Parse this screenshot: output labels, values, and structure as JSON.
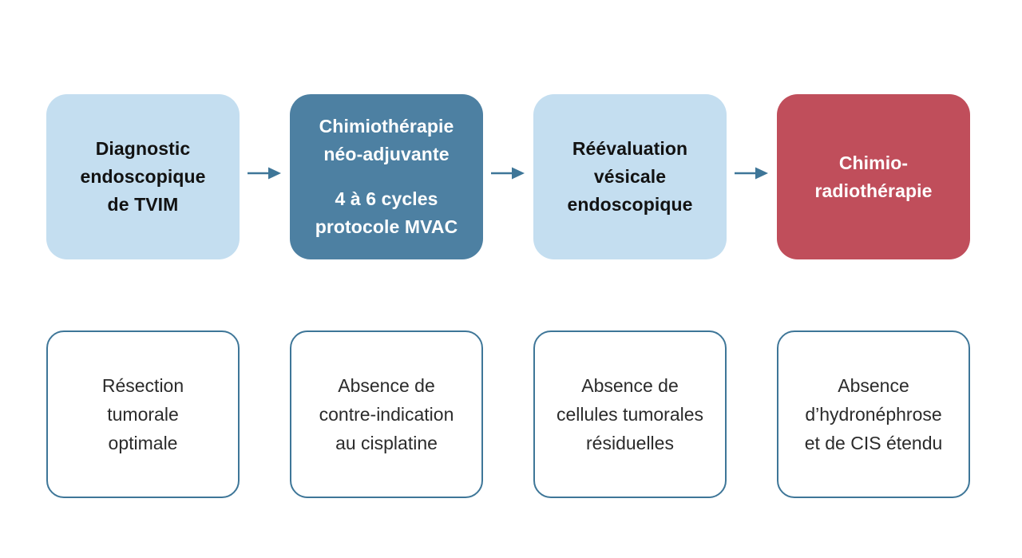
{
  "colors": {
    "light_blue_box": "#c4def0",
    "dark_blue_box": "#4d80a2",
    "red_box": "#c04e5b",
    "outline_and_arrow_blue": "#3e7698",
    "dark_text": "#121212",
    "body_text": "#2b2b2b",
    "background": "#ffffff"
  },
  "icons": {
    "connector": "arrow-right-icon"
  },
  "flow_steps": [
    {
      "name": "diagnostic-endoscopique",
      "variant": "light-blue",
      "paragraphs": [
        "Diagnostic\nendoscopique\nde TVIM"
      ]
    },
    {
      "name": "chimiotherapie-neo-adjuvante",
      "variant": "dark-blue",
      "paragraphs": [
        "Chimiothérapie\nnéo-adjuvante",
        "4 à 6 cycles\nprotocole MVAC"
      ]
    },
    {
      "name": "reevaluation-vesicale",
      "variant": "light-blue",
      "paragraphs": [
        "Réévaluation\nvésicale\nendoscopique"
      ]
    },
    {
      "name": "chimio-radiotherapie",
      "variant": "red",
      "paragraphs": [
        "Chimio-\nradiothérapie"
      ]
    }
  ],
  "conditions": [
    {
      "name": "resection-tumorale",
      "text": "Résection\ntumorale\noptimale"
    },
    {
      "name": "absence-contre-indication-cisplatine",
      "text": "Absence de\ncontre-indication\nau cisplatine"
    },
    {
      "name": "absence-cellules-tumorales",
      "text": "Absence de\ncellules tumorales\nrésiduelles"
    },
    {
      "name": "absence-hydronephrose-cis",
      "text": "Absence\nd’hydronéphrose\net de CIS étendu"
    }
  ]
}
